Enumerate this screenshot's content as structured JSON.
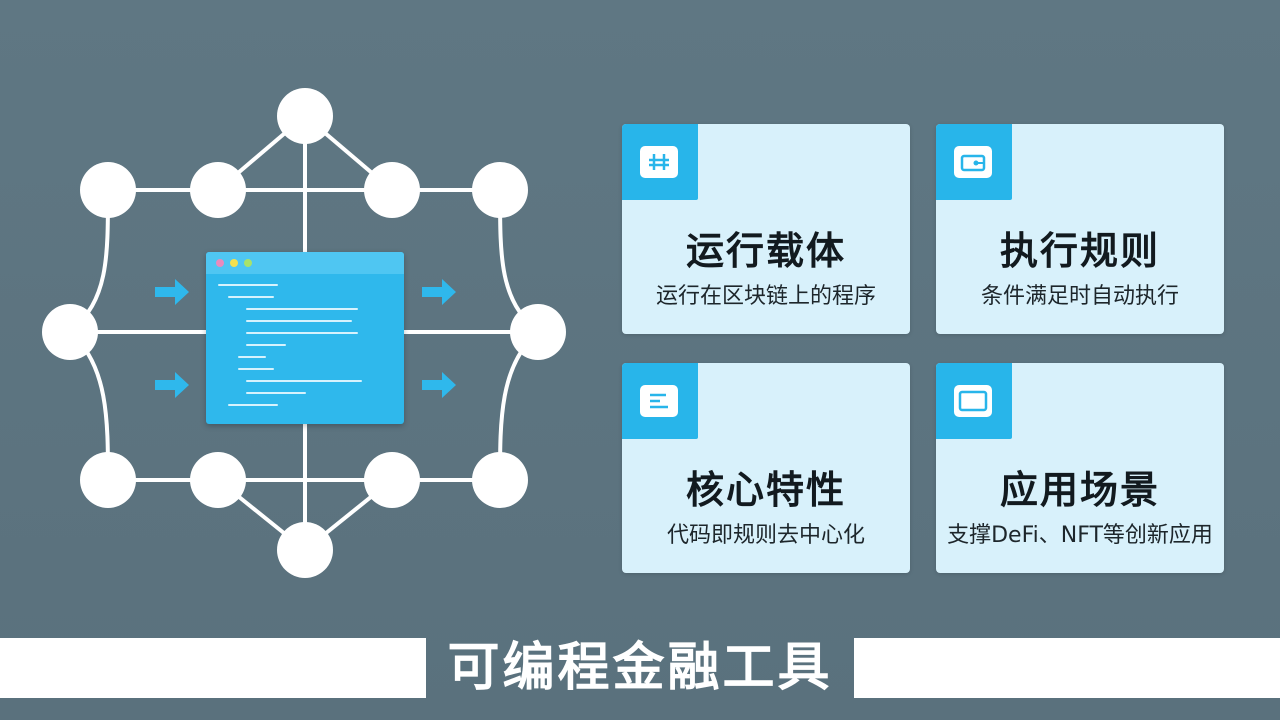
{
  "diagram": {
    "code_window": {
      "icon": "code-editor-window",
      "title_dots": [
        "#e98bbd",
        "#f4e04d",
        "#a8e26b"
      ]
    },
    "arrow_color": "#2fb8ec",
    "node_color": "#ffffff"
  },
  "cards": [
    {
      "title": "运行载体",
      "subtitle": "运行在区块链上的程序",
      "icon": "grid-icon"
    },
    {
      "title": "执行规则",
      "subtitle": "条件满足时自动执行",
      "icon": "wallet-icon"
    },
    {
      "title": "核心特性",
      "subtitle": "代码即规则去中心化",
      "icon": "document-icon"
    },
    {
      "title": "应用场景",
      "subtitle": "支撑DeFi、NFT等创新应用",
      "icon": "monitor-icon"
    }
  ],
  "accent_color": "#28b5ea",
  "card_color": "#d8f1fb",
  "footer": {
    "title": "可编程金融工具"
  }
}
